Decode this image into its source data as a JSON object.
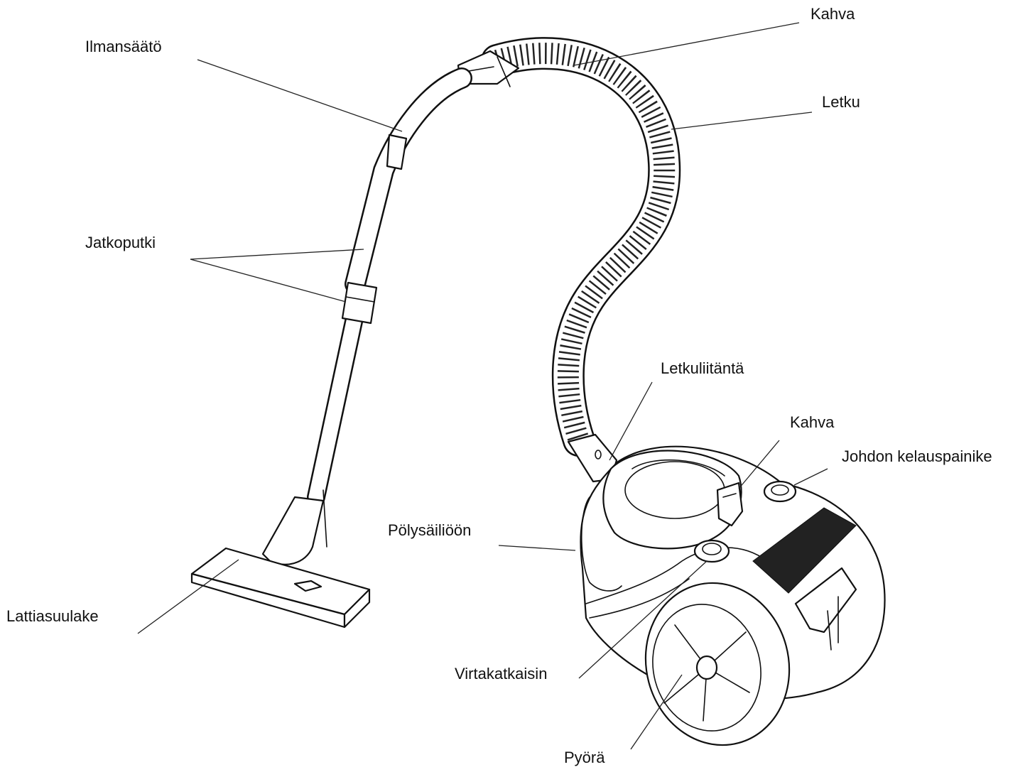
{
  "labels": {
    "handle_top": "Kahva",
    "air_control": "Ilmansäätö",
    "hose": "Letku",
    "extension_tube": "Jatkoputki",
    "hose_connection": "Letkuliitäntä",
    "handle_body": "Kahva",
    "cord_rewind_button": "Johdon kelauspainike",
    "dust_container": "Pölysäiliöön",
    "floor_nozzle": "Lattiasuulake",
    "power_switch": "Virtakatkaisin",
    "wheel": "Pyörä"
  },
  "colors": {
    "line": "#111111",
    "background": "#ffffff"
  }
}
